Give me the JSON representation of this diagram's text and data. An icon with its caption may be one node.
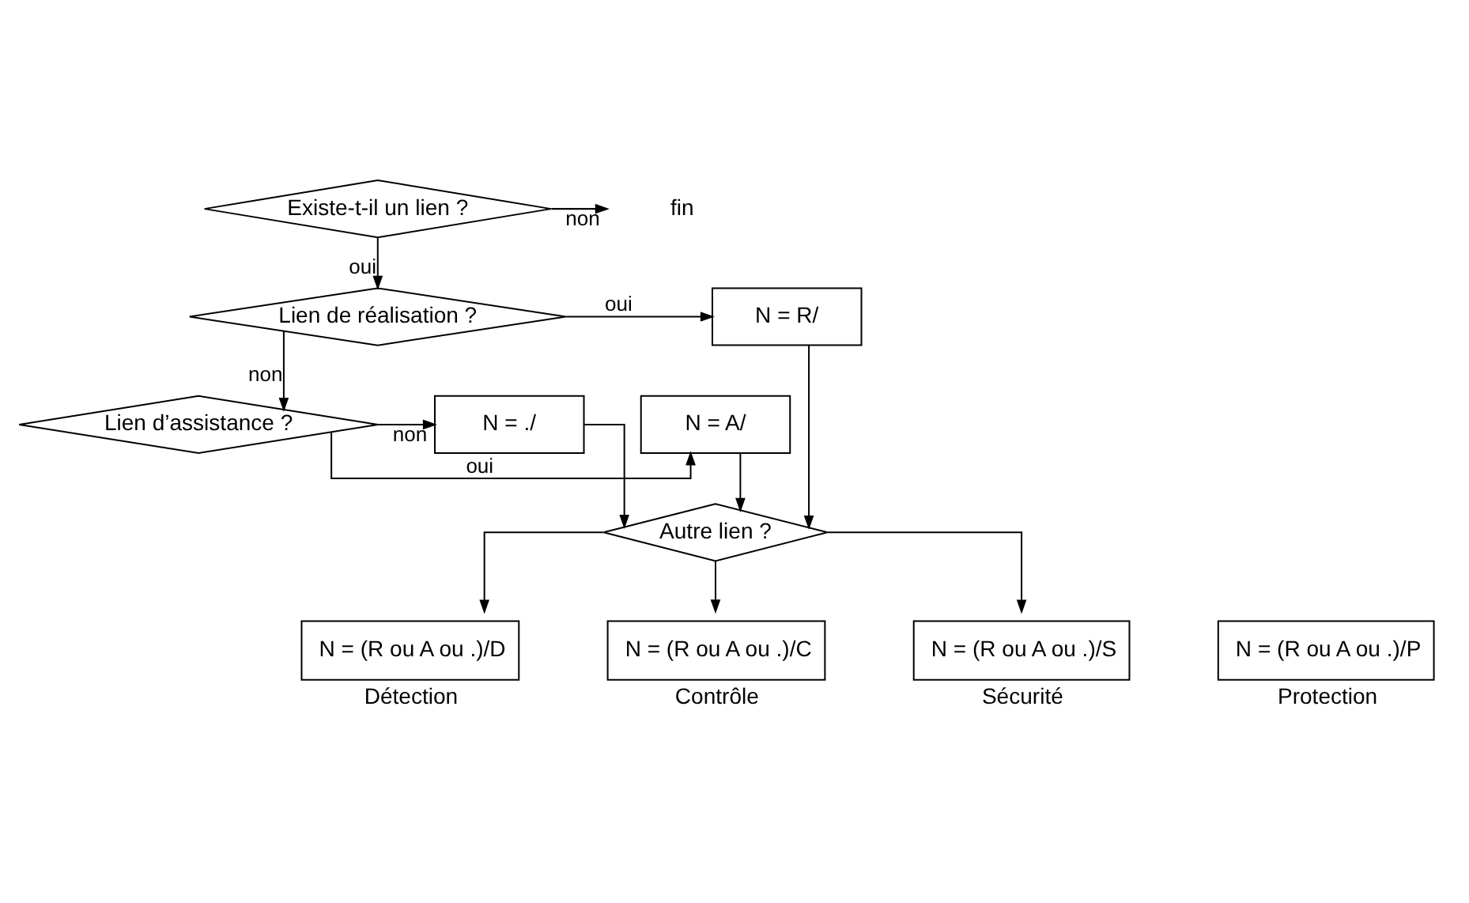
{
  "diagram": {
    "nodes": [
      {
        "text": [
          "Existe-t-il un lien ?"
        ]
      },
      {
        "text": [
          "fin"
        ]
      },
      {
        "text": [
          "Lien de réalisation ?"
        ]
      },
      {
        "text": [
          "N = R/"
        ]
      },
      {
        "text": [
          "Lien d’assistance ?"
        ]
      },
      {
        "text": [
          "N = A/"
        ]
      },
      {
        "text": [
          "N = ./"
        ]
      },
      {
        "text": [
          "Autre lien ?"
        ]
      },
      {
        "text": [
          "N = (R ou A ou .)/D"
        ],
        "beside": [
          "Détection"
        ]
      },
      {
        "text": [
          "N = (R ou A ou .)/C"
        ],
        "beside": [
          "Contrôle"
        ]
      },
      {
        "text": [
          "N = (R ou A ou .)/S"
        ],
        "beside": [
          "Sécurité"
        ]
      },
      {
        "text": [
          "N = (R ou A ou .)/P"
        ],
        "beside": [
          "Protection"
        ]
      }
    ],
    "edges": [
      {
        "from": 0,
        "to": 1,
        "arrow": "to",
        "label": "non"
      },
      {
        "from": 0,
        "to": 2,
        "arrow": "to",
        "label": "oui"
      },
      {
        "from": 2,
        "to": 3,
        "arrow": "to",
        "label": "oui"
      },
      {
        "from": 2,
        "to": 4,
        "arrow": "to",
        "label": "non"
      },
      {
        "from": 4,
        "to": 5,
        "arrow": "to",
        "label": "oui"
      },
      {
        "from": 4,
        "to": 6,
        "arrow": "to",
        "label": "non"
      },
      {
        "from": 3,
        "to": 7,
        "arrow": "to"
      },
      {
        "from": 5,
        "to": 7,
        "arrow": "to"
      },
      {
        "from": 6,
        "to": 7,
        "arrow": "to"
      },
      {
        "from": 7,
        "to": 8,
        "arrow": "to"
      },
      {
        "from": 7,
        "to": 9,
        "arrow": "to"
      },
      {
        "from": 7,
        "to": 10,
        "arrow": "to"
      }
    ]
  }
}
